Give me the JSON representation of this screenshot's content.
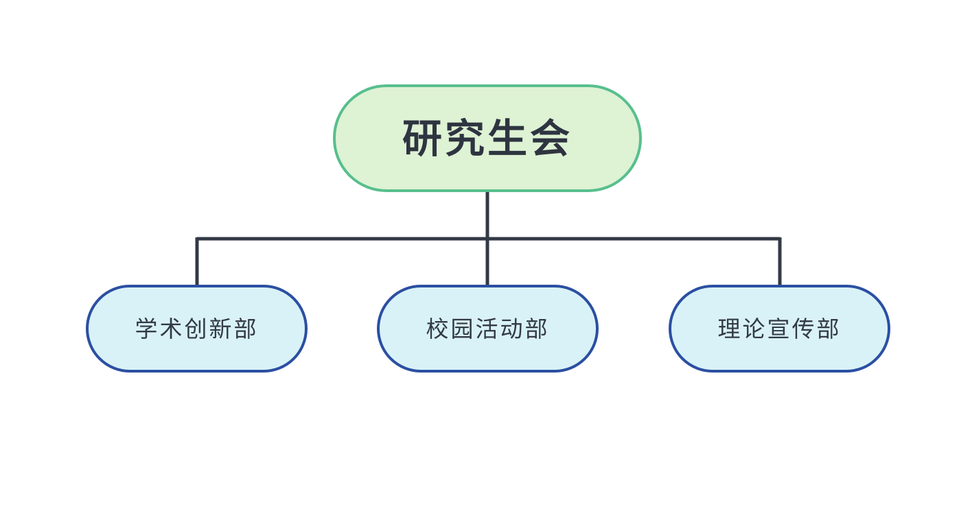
{
  "diagram": {
    "type": "org-chart",
    "root": {
      "label": "研究生会",
      "fill_color": "#def2d4",
      "border_color": "#57bf8d",
      "text_color": "#2e3440"
    },
    "children": [
      {
        "label": "学术创新部",
        "fill_color": "#d9f2f7",
        "border_color": "#2b4fa2",
        "text_color": "#333a45"
      },
      {
        "label": "校园活动部",
        "fill_color": "#d9f2f7",
        "border_color": "#2b4fa2",
        "text_color": "#333a45"
      },
      {
        "label": "理论宣传部",
        "fill_color": "#d9f2f7",
        "border_color": "#2b4fa2",
        "text_color": "#333a45"
      }
    ],
    "connector_color": "#333a45",
    "background_color": "#ffffff"
  }
}
